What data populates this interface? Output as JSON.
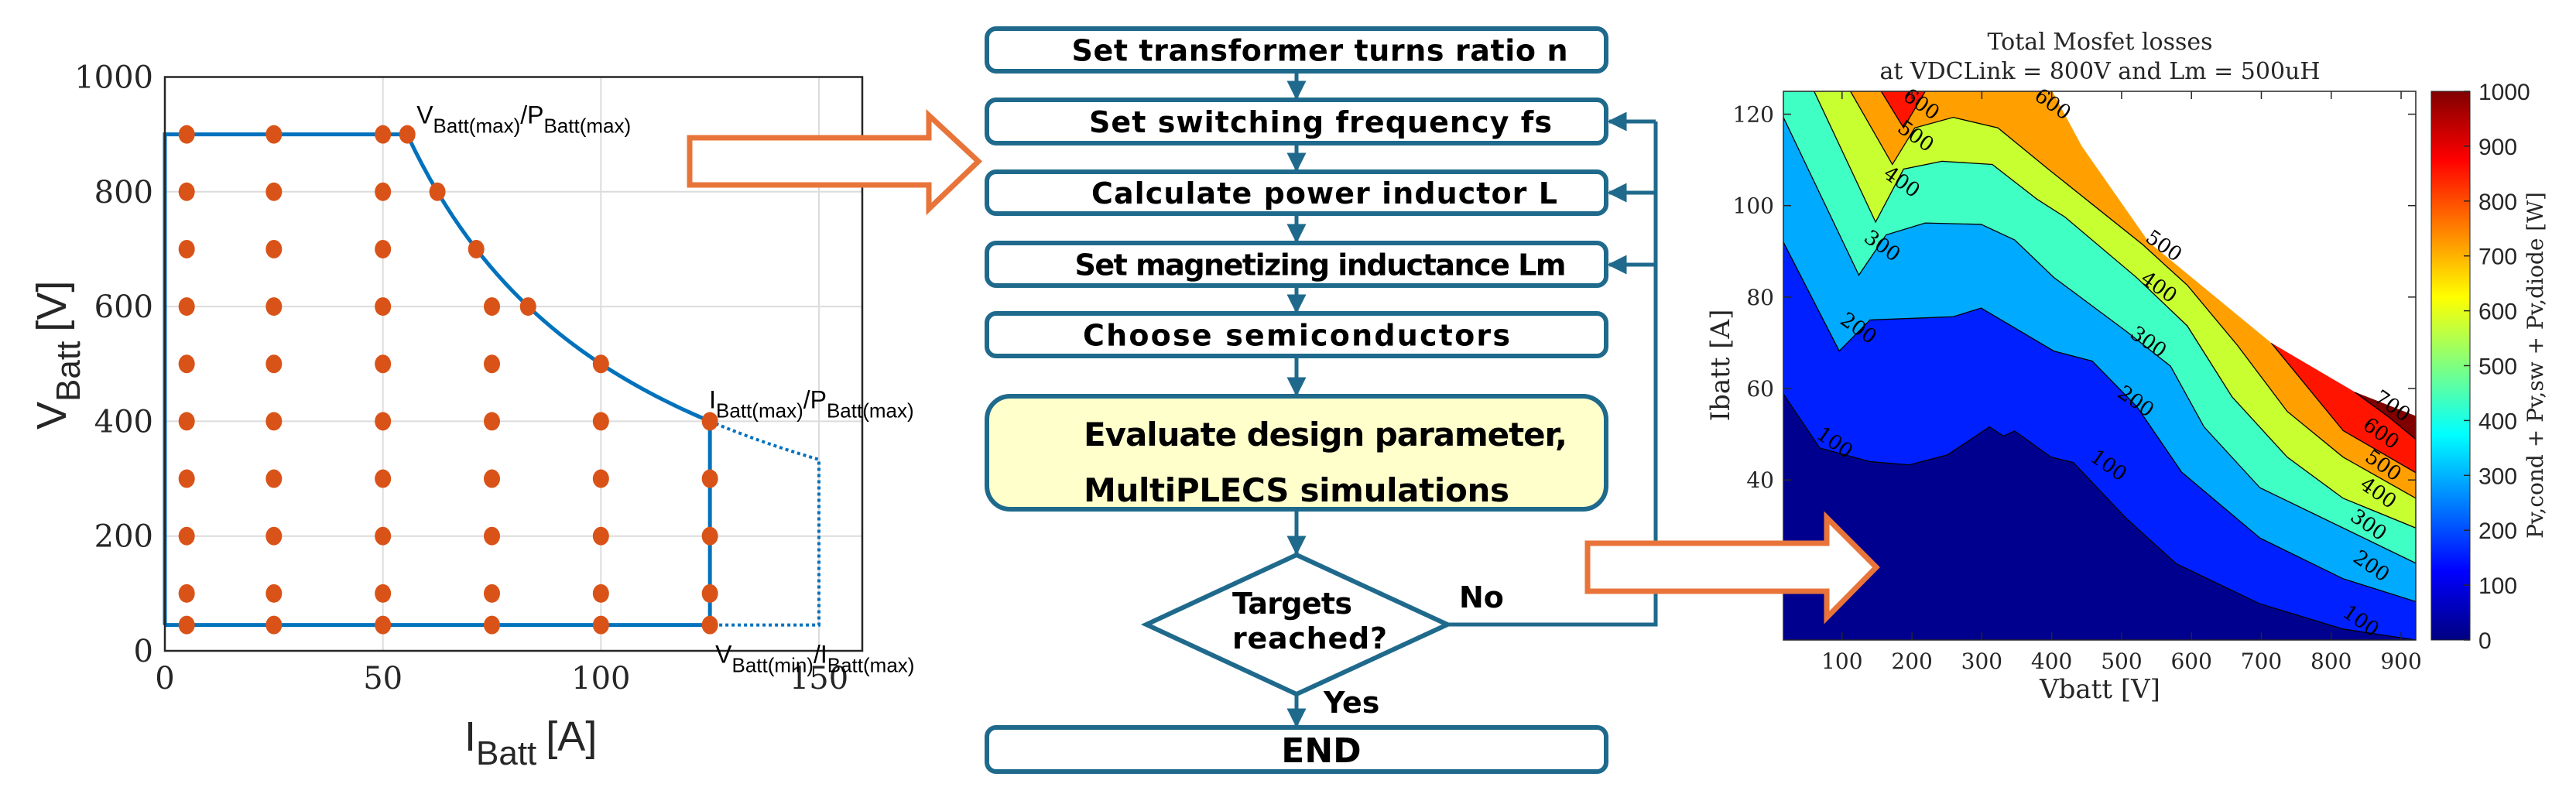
{
  "colors": {
    "flow_stroke": "#1f6a8c",
    "highlight_fill": "#ffffcc",
    "arrow_outline": "#e8743a",
    "operating_point": "#d95319",
    "boundary_line": "#0072bd"
  },
  "flowchart": {
    "steps": [
      {
        "label": "Set transformer turns ratio n"
      },
      {
        "label": "Set switching frequency fs"
      },
      {
        "label": "Calculate power inductor L"
      },
      {
        "label": "Set magnetizing inductance Lm"
      },
      {
        "label": "Choose semiconductors"
      }
    ],
    "evaluate": {
      "line1": "Evaluate design parameter,",
      "line2": "MultiPLECS simulations"
    },
    "decision": {
      "line1": "Targets",
      "line2": "reached?"
    },
    "no_label": "No",
    "yes_label": "Yes",
    "end_label": "END"
  },
  "chart_data": [
    {
      "type": "scatter",
      "xlabel": {
        "main": "I",
        "sub": "Batt",
        "unit": "[A]"
      },
      "ylabel": {
        "main": "V",
        "sub": "Batt",
        "unit": "[V]"
      },
      "xlim": [
        0,
        160
      ],
      "ylim": [
        0,
        1000
      ],
      "xticks": [
        "0",
        "50",
        "100",
        "150"
      ],
      "yticks": [
        "0",
        "200",
        "400",
        "600",
        "800",
        "1000"
      ],
      "grid": true,
      "boundary": [
        [
          0,
          45
        ],
        [
          0,
          900
        ],
        [
          55.6,
          900
        ],
        [
          62.5,
          800
        ],
        [
          71.4,
          700
        ],
        [
          83.3,
          600
        ],
        [
          100,
          500
        ],
        [
          111,
          450
        ],
        [
          125,
          400
        ],
        [
          125,
          45
        ],
        [
          0,
          45
        ]
      ],
      "extended_boundary_dotted": [
        [
          125,
          400
        ],
        [
          137.5,
          364
        ],
        [
          150,
          333
        ],
        [
          150,
          45
        ],
        [
          125,
          45
        ]
      ],
      "points": [
        [
          5,
          45
        ],
        [
          5,
          100
        ],
        [
          5,
          200
        ],
        [
          5,
          300
        ],
        [
          5,
          400
        ],
        [
          5,
          500
        ],
        [
          5,
          600
        ],
        [
          5,
          700
        ],
        [
          5,
          800
        ],
        [
          5,
          900
        ],
        [
          25,
          45
        ],
        [
          25,
          100
        ],
        [
          25,
          200
        ],
        [
          25,
          300
        ],
        [
          25,
          400
        ],
        [
          25,
          500
        ],
        [
          25,
          600
        ],
        [
          25,
          700
        ],
        [
          25,
          800
        ],
        [
          25,
          900
        ],
        [
          50,
          45
        ],
        [
          50,
          100
        ],
        [
          50,
          200
        ],
        [
          50,
          300
        ],
        [
          50,
          400
        ],
        [
          50,
          500
        ],
        [
          50,
          600
        ],
        [
          50,
          700
        ],
        [
          50,
          800
        ],
        [
          50,
          900
        ],
        [
          55.6,
          900
        ],
        [
          62.5,
          800
        ],
        [
          71.4,
          700
        ],
        [
          83.3,
          600
        ],
        [
          75,
          45
        ],
        [
          75,
          100
        ],
        [
          75,
          200
        ],
        [
          75,
          300
        ],
        [
          75,
          400
        ],
        [
          75,
          500
        ],
        [
          75,
          600
        ],
        [
          100,
          45
        ],
        [
          100,
          100
        ],
        [
          100,
          200
        ],
        [
          100,
          300
        ],
        [
          100,
          400
        ],
        [
          100,
          500
        ],
        [
          125,
          45
        ],
        [
          125,
          100
        ],
        [
          125,
          200
        ],
        [
          125,
          300
        ],
        [
          125,
          400
        ]
      ],
      "annotations": [
        {
          "main1": "V",
          "sub1": "Batt(max)",
          "main2": "/P",
          "sub2": "Batt(max)",
          "at": [
            55.6,
            900
          ]
        },
        {
          "main1": "I",
          "sub1": "Batt(max)",
          "main2": "/P",
          "sub2": "Batt(max)",
          "at": [
            125,
            400
          ]
        },
        {
          "main1": "V",
          "sub1": "Batt(min)",
          "main2": "/I",
          "sub2": "Batt(max)",
          "at": [
            125,
            45
          ]
        }
      ]
    },
    {
      "type": "heatmap",
      "title_line1": "Total Mosfet losses",
      "title_line2": "at VDCLink = 800V and Lm = 500uH",
      "xlabel": "Vbatt [V]",
      "ylabel": "Ibatt [A]",
      "colorbar_label": "Pv,cond + Pv,sw + Pv,diode [W]",
      "colormap": "jet",
      "xlim": [
        16,
        921
      ],
      "ylim": [
        5,
        125
      ],
      "xticks": [
        "100",
        "200",
        "300",
        "400",
        "500",
        "600",
        "700",
        "800",
        "900"
      ],
      "yticks": [
        "40",
        "60",
        "80",
        "100",
        "120"
      ],
      "colorbar_ticks": [
        "0",
        "100",
        "200",
        "300",
        "400",
        "500",
        "600",
        "700",
        "800",
        "900",
        "1000"
      ],
      "clim": [
        0,
        1000
      ],
      "levels": [
        {
          "level": 0,
          "color": "#00008f"
        },
        {
          "level": 100,
          "color": "#0020ff"
        },
        {
          "level": 200,
          "color": "#00aaff"
        },
        {
          "level": 300,
          "color": "#40ffc4"
        },
        {
          "level": 400,
          "color": "#c8ff30"
        },
        {
          "level": 500,
          "color": "#ffa000"
        },
        {
          "level": 600,
          "color": "#ff1400"
        },
        {
          "level": 700,
          "color": "#800000"
        }
      ],
      "contours": [
        {
          "level": 100,
          "points": [
            [
              16,
              58.8
            ],
            [
              68,
              47
            ],
            [
              140,
              44
            ],
            [
              196,
              43.3
            ],
            [
              251,
              45.5
            ],
            [
              311,
              51.6
            ],
            [
              331,
              49.6
            ],
            [
              347,
              50.7
            ],
            [
              399,
              45
            ],
            [
              431,
              43.8
            ],
            [
              506,
              31.7
            ],
            [
              578,
              21.7
            ],
            [
              698,
              12.9
            ],
            [
              817,
              7.4
            ],
            [
              921,
              5
            ]
          ]
        },
        {
          "level": 200,
          "points": [
            [
              16,
              92
            ],
            [
              96,
              68.2
            ],
            [
              140,
              75
            ],
            [
              259,
              75.7
            ],
            [
              299,
              77.6
            ],
            [
              403,
              68.2
            ],
            [
              458,
              66
            ],
            [
              522,
              56
            ],
            [
              586,
              41.7
            ],
            [
              698,
              27.3
            ],
            [
              817,
              18.4
            ],
            [
              921,
              13.4
            ]
          ]
        },
        {
          "level": 300,
          "points": [
            [
              16,
              119.3
            ],
            [
              124,
              84.8
            ],
            [
              163,
              93.6
            ],
            [
              219,
              96.2
            ],
            [
              299,
              95.9
            ],
            [
              347,
              92.5
            ],
            [
              403,
              84.3
            ],
            [
              506,
              72.6
            ],
            [
              570,
              64.9
            ],
            [
              618,
              51.6
            ],
            [
              698,
              38.3
            ],
            [
              817,
              29.5
            ],
            [
              921,
              21.8
            ]
          ]
        },
        {
          "level": 400,
          "points": [
            [
              60,
              125
            ],
            [
              148,
              96.4
            ],
            [
              188,
              108
            ],
            [
              243,
              109.7
            ],
            [
              315,
              109
            ],
            [
              379,
              101.4
            ],
            [
              419,
              97.5
            ],
            [
              522,
              84.2
            ],
            [
              594,
              73.7
            ],
            [
              658,
              58.2
            ],
            [
              737,
              45
            ],
            [
              817,
              36
            ],
            [
              921,
              29.5
            ]
          ]
        },
        {
          "level": 500,
          "points": [
            [
              112,
              125
            ],
            [
              172,
              109
            ],
            [
              204,
              117
            ],
            [
              259,
              119.3
            ],
            [
              323,
              117
            ],
            [
              395,
              108
            ],
            [
              458,
              100.3
            ],
            [
              530,
              91.5
            ],
            [
              594,
              82.6
            ],
            [
              666,
              69.4
            ],
            [
              737,
              55
            ],
            [
              817,
              45
            ],
            [
              921,
              36
            ]
          ]
        },
        {
          "level": 600,
          "points": [
            [
              714,
              70
            ],
            [
              817,
              50.8
            ],
            [
              921,
              41.6
            ]
          ]
        },
        {
          "level": 600,
          "points": [
            [
              156,
              125
            ],
            [
              188,
              117
            ],
            [
              219,
              125
            ]
          ]
        },
        {
          "level": 700,
          "points": [
            [
              833,
              59.3
            ],
            [
              882,
              53.8
            ],
            [
              921,
              48.9
            ]
          ]
        }
      ],
      "valid_region_edge": [
        [
          401,
          125
        ],
        [
          443,
          113
        ],
        [
          539,
          92
        ],
        [
          714,
          70
        ],
        [
          833,
          59.3
        ],
        [
          921,
          54
        ]
      ],
      "contour_labels": [
        {
          "text": "100",
          "at": [
            84,
            47
          ]
        },
        {
          "text": "200",
          "at": [
            118,
            72
          ]
        },
        {
          "text": "300",
          "at": [
            152,
            90
          ]
        },
        {
          "text": "400",
          "at": [
            180,
            104
          ]
        },
        {
          "text": "500",
          "at": [
            200,
            114
          ]
        },
        {
          "text": "600",
          "at": [
            208,
            121
          ]
        },
        {
          "text": "600",
          "at": [
            396,
            121
          ]
        },
        {
          "text": "500",
          "at": [
            555,
            90
          ]
        },
        {
          "text": "400",
          "at": [
            548,
            81
          ]
        },
        {
          "text": "300",
          "at": [
            533,
            69
          ]
        },
        {
          "text": "200",
          "at": [
            515,
            56
          ]
        },
        {
          "text": "100",
          "at": [
            476,
            42
          ]
        },
        {
          "text": "700",
          "at": [
            882,
            55
          ]
        },
        {
          "text": "600",
          "at": [
            866,
            49
          ]
        },
        {
          "text": "500",
          "at": [
            869,
            42
          ]
        },
        {
          "text": "400",
          "at": [
            862,
            36
          ]
        },
        {
          "text": "300",
          "at": [
            848,
            29
          ]
        },
        {
          "text": "200",
          "at": [
            852,
            20
          ]
        },
        {
          "text": "100",
          "at": [
            837,
            8
          ]
        }
      ]
    }
  ]
}
